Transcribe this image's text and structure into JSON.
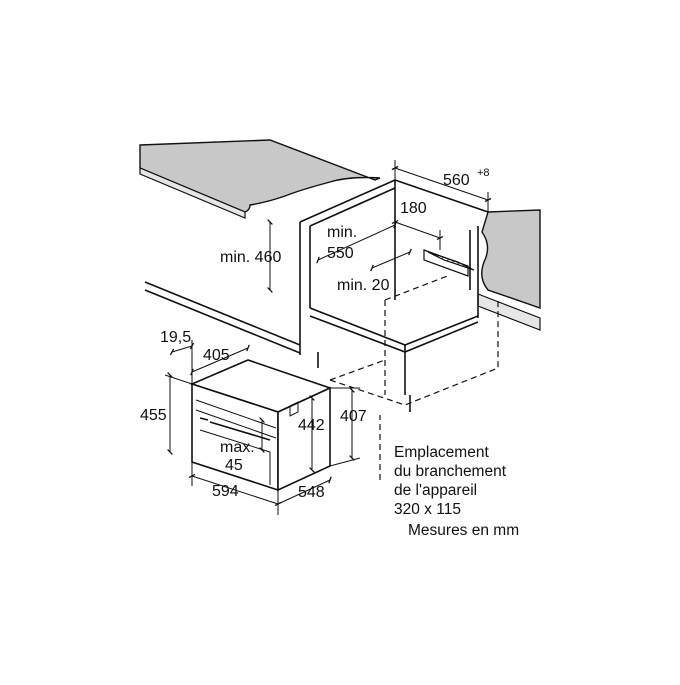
{
  "colors": {
    "countertop": "#c8c8c8",
    "line": "#111111",
    "background": "#ffffff",
    "socket_hatch": "#555555"
  },
  "dimensions": {
    "niche_width": "560",
    "niche_width_tolerance": "+8",
    "gap_back": "180",
    "min_height": "min. 460",
    "min_depth_line1": "min.",
    "min_depth_line2": "550",
    "min_gap": "min. 20",
    "front_offset": "19,5",
    "top_depth": "405",
    "total_height": "455",
    "front_height": "442",
    "body_height": "407",
    "handle_line1": "max.",
    "handle_line2": "45",
    "width": "594",
    "depth": "548"
  },
  "notes": {
    "line1": "Emplacement",
    "line2": "du branchement",
    "line3": "de l'appareil",
    "line4": "320 x 115",
    "units": "Mesures en mm"
  }
}
